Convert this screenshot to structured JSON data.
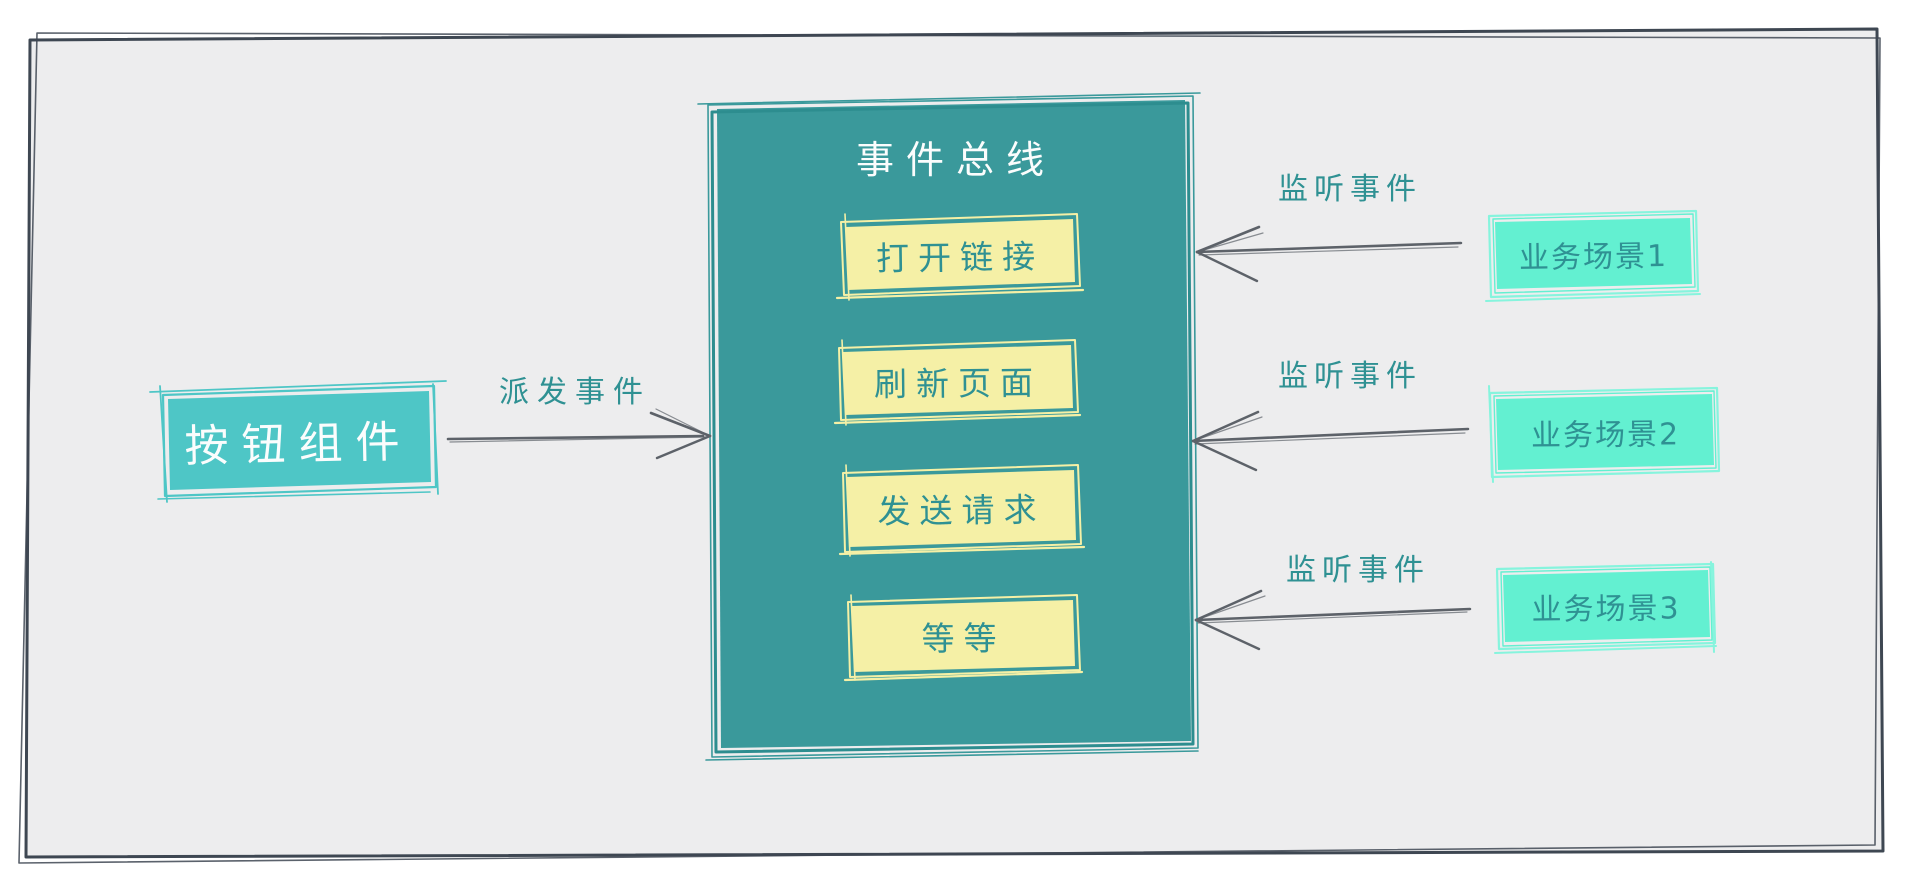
{
  "diagram": {
    "title_hint": "event-bus pattern sketch diagram",
    "bus": {
      "title": "事件总线",
      "events": [
        {
          "label": "打开链接"
        },
        {
          "label": "刷新页面"
        },
        {
          "label": "发送请求"
        },
        {
          "label": "等等"
        }
      ]
    },
    "producer": {
      "label": "按钮组件"
    },
    "dispatch_arrow": {
      "label": "派发事件",
      "direction": "right"
    },
    "consumers": [
      {
        "label": "业务场景1",
        "arrow_label": "监听事件",
        "arrow_direction": "left"
      },
      {
        "label": "业务场景2",
        "arrow_label": "监听事件",
        "arrow_direction": "left"
      },
      {
        "label": "业务场景3",
        "arrow_label": "监听事件",
        "arrow_direction": "left"
      }
    ],
    "icons": [
      {
        "name": "arrow-right-icon",
        "glyph": "→"
      },
      {
        "name": "arrow-left-icon",
        "glyph": "←"
      }
    ],
    "colors": {
      "bus_fill": "#3a999b",
      "bus_border": "#2d8d8f",
      "producer_fill": "#4ec6c6",
      "consumer_fill": "#63f0d1",
      "consumer_border": "#86f4dd",
      "event_card_fill": "#f5f0a6",
      "teal_text": "#2f9193",
      "white_text": "#fbfdfd",
      "arrow_stroke": "#5d6269",
      "frame_stroke": "#3e4752",
      "canvas_bg": "#ededee",
      "page_bg": "#ffffff"
    }
  }
}
